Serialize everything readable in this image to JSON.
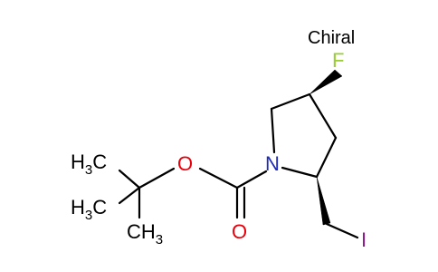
{
  "chiral_label": "Chiral",
  "atoms": {
    "fluorine": "F",
    "nitrogen": "N",
    "ester_oxygen": "O",
    "carbonyl_oxygen": "O",
    "iodine": "I",
    "methyl_top": {
      "main": "H",
      "sub": "3",
      "tail": "C"
    },
    "methyl_mid": {
      "main": "H",
      "sub": "3",
      "tail": "C"
    },
    "methyl_bottom": {
      "main": "CH",
      "sub": "3"
    }
  },
  "colors": {
    "bond": "#000000",
    "oxygen": "#e8000b",
    "nitrogen": "#1f2bb8",
    "fluorine": "#9acd32",
    "iodine": "#8b1a8b"
  }
}
